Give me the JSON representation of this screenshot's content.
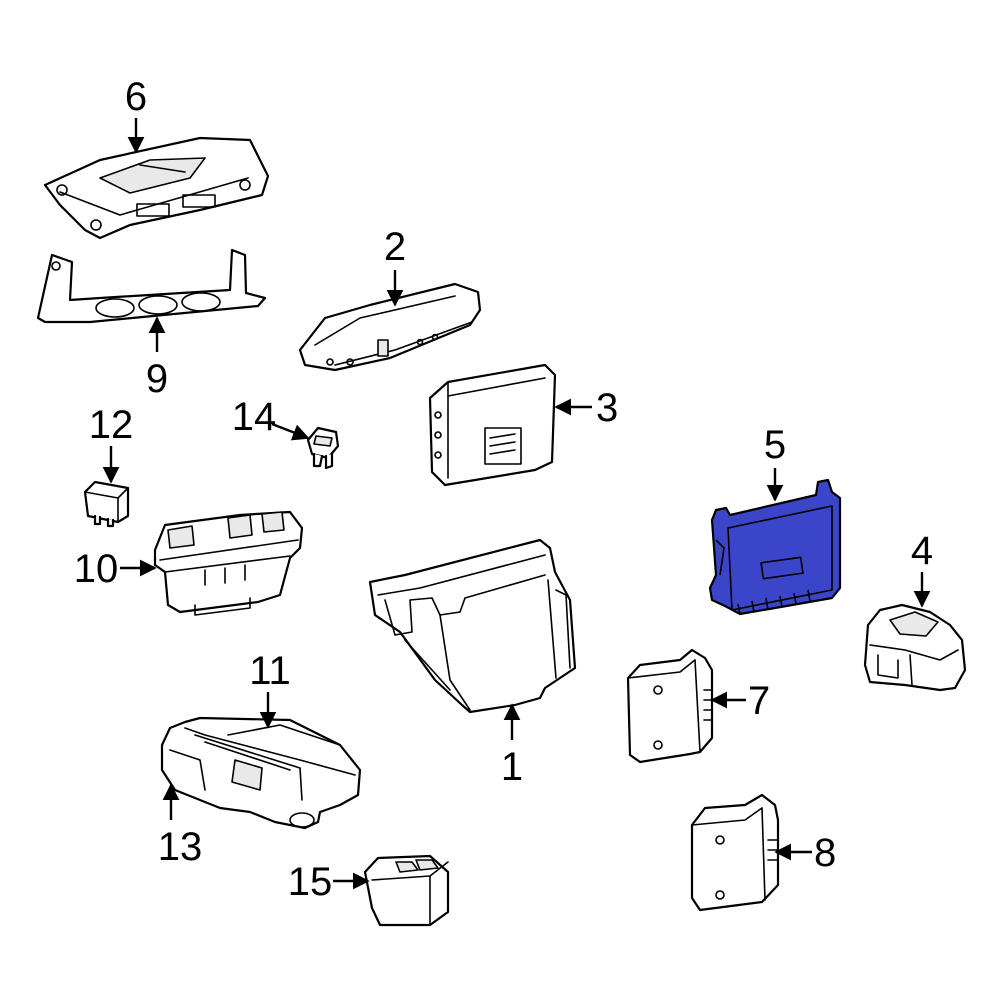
{
  "highlight_color": "#3a45c8",
  "highlight_dark": "#1e2a9e",
  "callouts": [
    {
      "key": "c1",
      "label": "1"
    },
    {
      "key": "c2",
      "label": "2"
    },
    {
      "key": "c3",
      "label": "3"
    },
    {
      "key": "c4",
      "label": "4"
    },
    {
      "key": "c5",
      "label": "5"
    },
    {
      "key": "c6",
      "label": "6"
    },
    {
      "key": "c7",
      "label": "7"
    },
    {
      "key": "c8",
      "label": "8"
    },
    {
      "key": "c9",
      "label": "9"
    },
    {
      "key": "c10",
      "label": "10"
    },
    {
      "key": "c11",
      "label": "11"
    },
    {
      "key": "c12",
      "label": "12"
    },
    {
      "key": "c13",
      "label": "13"
    },
    {
      "key": "c14",
      "label": "14"
    },
    {
      "key": "c15",
      "label": "15"
    }
  ],
  "highlighted_part": "5"
}
